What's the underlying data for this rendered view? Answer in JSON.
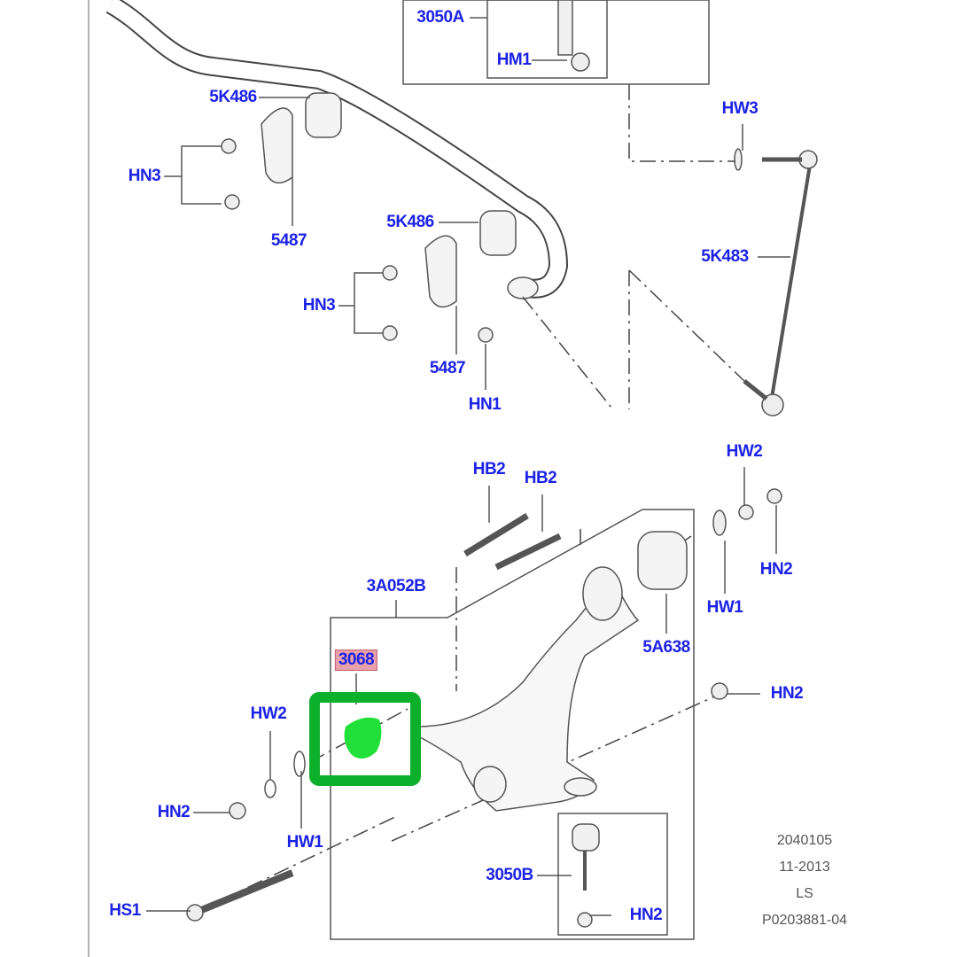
{
  "labels": {
    "l3050a": "3050A",
    "hm1": "HM1",
    "k486a": "5K486",
    "hw3": "HW3",
    "hn3a": "HN3",
    "p5487a": "5487",
    "k486b": "5K486",
    "k483": "5K483",
    "hn3b": "HN3",
    "p5487b": "5487",
    "hn1": "HN1",
    "hb2a": "HB2",
    "hb2b": "HB2",
    "hw2a": "HW2",
    "hn2a": "HN2",
    "hw1a": "HW1",
    "a052b": "3A052B",
    "a638": "5A638",
    "p3068": "3068",
    "hn2b": "HN2",
    "hw2b": "HW2",
    "hn2c": "HN2",
    "hw1b": "HW1",
    "l3050b": "3050B",
    "hn2d": "HN2",
    "hs1": "HS1"
  },
  "footer": {
    "code": "2040105",
    "date": "11-2013",
    "variant": "LS",
    "ref": "P0203881-04"
  },
  "highlight": {
    "part": "3068",
    "box_color": "#0db02b",
    "fill_color": "#22e03a"
  }
}
